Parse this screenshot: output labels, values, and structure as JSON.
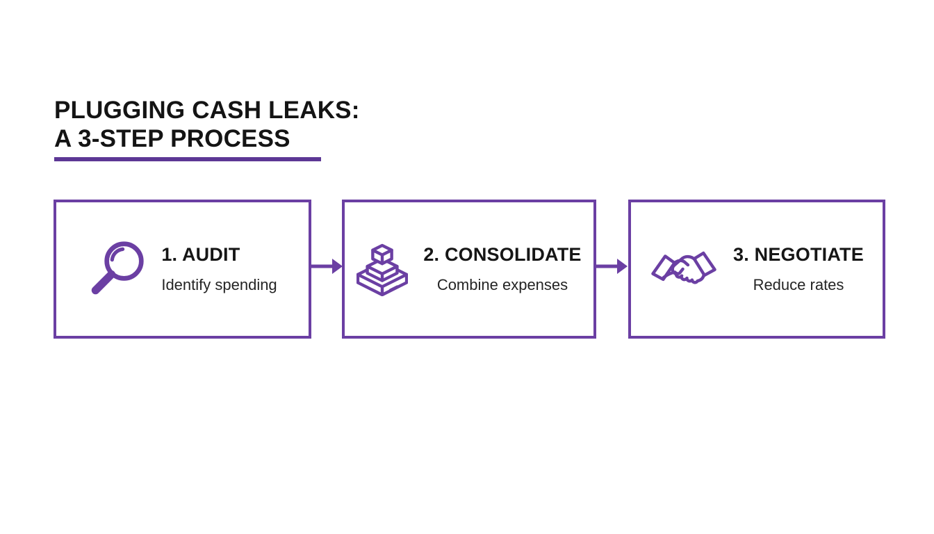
{
  "canvas": {
    "background": "#ffffff",
    "accent_purple": "#6B3FA3",
    "underline_purple": "#5C3795",
    "text_color": "#161616"
  },
  "header": {
    "title_line1": "PLUGGING CASH LEAKS:",
    "title_line2": "A 3-STEP PROCESS"
  },
  "steps": [
    {
      "id": "audit",
      "icon": "magnifier-icon",
      "title": "1. AUDIT",
      "subtitle": "Identify spending"
    },
    {
      "id": "consolidate",
      "icon": "stacked-boxes-icon",
      "title": "2. CONSOLIDATE",
      "subtitle": "Combine expenses"
    },
    {
      "id": "negotiate",
      "icon": "handshake-icon",
      "title": "3. NEGOTIATE",
      "subtitle": "Reduce rates"
    }
  ],
  "connectors": [
    {
      "icon": "arrow-right-icon",
      "direction": "right"
    },
    {
      "icon": "arrow-right-icon",
      "direction": "right"
    }
  ]
}
